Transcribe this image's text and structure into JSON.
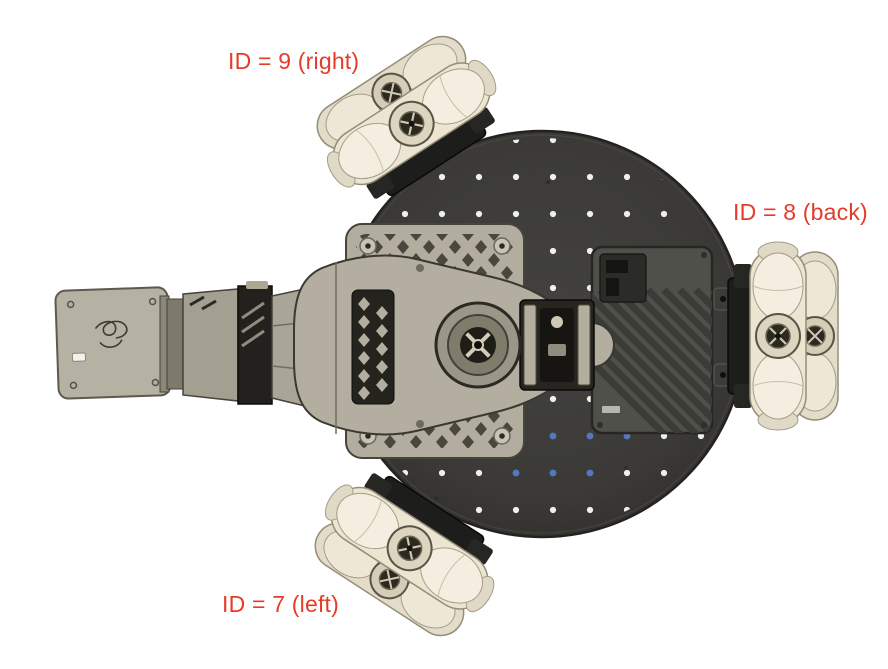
{
  "figure": {
    "type": "annotated-cad-top-view",
    "subject": "Three-omni-wheel mobile robot with robotic arm",
    "background": "#ffffff"
  },
  "annotations": {
    "color": "#e43c2b",
    "labels": [
      {
        "text": "ID = 9 (right)",
        "motor_id": 9,
        "wheel_position": "right",
        "view_position": "top-left"
      },
      {
        "text": "ID = 8 (back)",
        "motor_id": 8,
        "wheel_position": "back",
        "view_position": "right"
      },
      {
        "text": "ID = 7 (left)",
        "motor_id": 7,
        "wheel_position": "left",
        "view_position": "bottom-left"
      }
    ]
  },
  "illustration_colors": {
    "chassis_plate": "#3d3c38",
    "wheel_cream": "#ebe5d2",
    "arm_tan": "#b3ae9f",
    "dark_parts": "#22211d",
    "electronics_box": "#50504a",
    "hole_dot": "#efefec",
    "blue_dot": "#5577c2"
  }
}
